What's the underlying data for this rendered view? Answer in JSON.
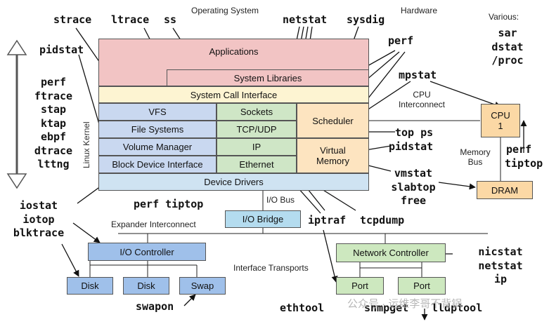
{
  "headings": {
    "os": "Operating System",
    "hardware": "Hardware",
    "various": "Various:"
  },
  "os_layers": {
    "applications": "Applications",
    "system_libraries": "System Libraries",
    "system_call_interface": "System Call Interface",
    "vfs": "VFS",
    "file_systems": "File Systems",
    "volume_manager": "Volume Manager",
    "block_device_interface": "Block Device Interface",
    "sockets": "Sockets",
    "tcp_udp": "TCP/UDP",
    "ip": "IP",
    "ethernet": "Ethernet",
    "scheduler": "Scheduler",
    "virtual_memory": "Virtual\nMemory",
    "device_drivers": "Device Drivers",
    "linux_kernel": "Linux Kernel"
  },
  "hardware": {
    "cpu": "CPU\n1",
    "dram": "DRAM",
    "cpu_interconnect": "CPU\nInterconnect",
    "memory_bus": "Memory\nBus",
    "io_bus": "I/O Bus",
    "io_bridge": "I/O Bridge",
    "expander_interconnect": "Expander Interconnect",
    "io_controller": "I/O Controller",
    "network_controller": "Network Controller",
    "interface_transports": "Interface Transports",
    "disk_1": "Disk",
    "disk_2": "Disk",
    "swap": "Swap",
    "port_1": "Port",
    "port_2": "Port"
  },
  "tools": {
    "strace": "strace",
    "ltrace": "ltrace",
    "ss": "ss",
    "netstat_top": "netstat",
    "sysdig": "sysdig",
    "pidstat_top": "pidstat",
    "perf_top": "perf",
    "mpstat": "mpstat",
    "top_ps": "top ps",
    "pidstat_mid": "pidstat",
    "vmstat": "vmstat",
    "slabtop": "slabtop",
    "free": "free",
    "perf_tiptop_right_1": "perf",
    "perf_tiptop_right_2": "tiptop",
    "perf_tiptop_center": "perf tiptop",
    "iptraf": "iptraf",
    "tcpdump": "tcpdump",
    "swapon": "swapon",
    "ethtool": "ethtool",
    "snmpget": "snmpget",
    "lldptool": "lldptool"
  },
  "left_tools": [
    "perf",
    "ftrace",
    "stap",
    "ktap",
    "ebpf",
    "dtrace",
    "lttng"
  ],
  "various_tools": [
    "sar",
    "dstat",
    "/proc"
  ],
  "io_tools": [
    "iostat",
    "iotop",
    "blktrace"
  ],
  "nic_tools": [
    "nicstat",
    "netstat",
    "ip"
  ],
  "watermark": "公众号 · 运维李哥不背锅",
  "colors": {
    "applications": "#f2c4c4",
    "syscall": "#fdf4d2",
    "storage": "#c9d8f0",
    "network": "#cfe6c6",
    "kernel_misc": "#fde4c0",
    "drivers": "#cfe3f2",
    "cpu": "#fbd8a5",
    "io_blue": "#9fc0ea",
    "nic_green": "#cde8bf",
    "bridge": "#b4dcef"
  }
}
